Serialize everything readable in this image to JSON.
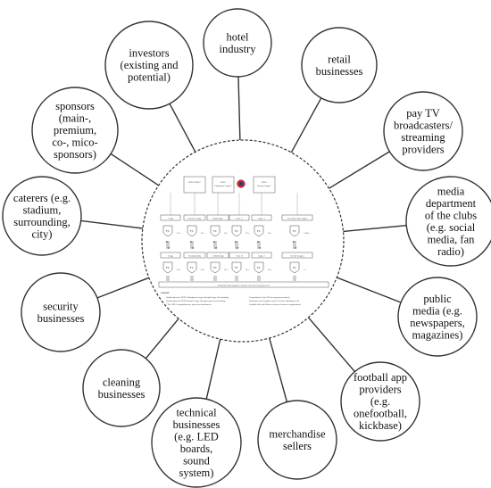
{
  "colors": {
    "stroke": "#333333",
    "text": "#111111",
    "uefa_logo_red": "#c62828",
    "uefa_logo_blue": "#1e3a8a"
  },
  "hub": {
    "competitions": [
      "UEFA EURO*",
      "UEFA Champions League*",
      "UEFA Europa League*"
    ],
    "top_leagues": [
      "1.Liga",
      "Premier League",
      "Bundesliga",
      "Serie A",
      "Ligue 1",
      "21x further EU Leagues"
    ],
    "second_leagues": [
      "2.Liga",
      "Championship",
      "2. Bundesliga",
      "Serie B",
      "Ligue 2",
      "Second Leagues"
    ],
    "club_label": "FC",
    "top_counts": [
      "18 ×",
      "20 ×",
      "18 ×",
      "20 ×",
      "20 ×",
      "≈ 400 ×"
    ],
    "second_counts": [
      "18 ×",
      "24 ×",
      "18 ×",
      "20 ×",
      "20 ×",
      "≈ ?"
    ],
    "promotion_text": "Promotion and relegation extends to the lowest amateur level",
    "legend_title": "Legend:",
    "legend_left": [
      "Qualification for UEFA Champions League through league final standing",
      "Qualification for UEFA Europa League through league final standing",
      "* The UEFA competitions are played as tournaments"
    ],
    "legend_right": [
      "Competitions of the EU (in category operation)",
      "Promotion and relegation (with 3 relevant climbing levels)",
      "Football club (with different forms of business organization)"
    ]
  },
  "stakeholders": [
    {
      "lines": [
        "hotel",
        "industry"
      ]
    },
    {
      "lines": [
        "retail",
        "businesses"
      ]
    },
    {
      "lines": [
        "pay TV",
        "broadcasters/",
        "streaming",
        "providers"
      ]
    },
    {
      "lines": [
        "media",
        "department",
        "of the clubs",
        "(e.g. social",
        "media, fan",
        "radio)"
      ]
    },
    {
      "lines": [
        "public",
        "media (e.g.",
        "newspapers,",
        "magazines)"
      ]
    },
    {
      "lines": [
        "football app",
        "providers",
        "(e.g.",
        "onefootball,",
        "kickbase)"
      ]
    },
    {
      "lines": [
        "merchandise",
        "sellers"
      ]
    },
    {
      "lines": [
        "technical",
        "businesses",
        "(e.g. LED",
        "boards,",
        "sound",
        "system)"
      ]
    },
    {
      "lines": [
        "cleaning",
        "businesses"
      ]
    },
    {
      "lines": [
        "security",
        "businesses"
      ]
    },
    {
      "lines": [
        "caterers (e.g.",
        "stadium,",
        "surrounding,",
        "city)"
      ]
    },
    {
      "lines": [
        "sponsors",
        "(main-,",
        "premium,",
        "co-, mico-",
        "sponsors)"
      ]
    },
    {
      "lines": [
        "investors",
        "(existing and",
        "potential)"
      ]
    }
  ]
}
